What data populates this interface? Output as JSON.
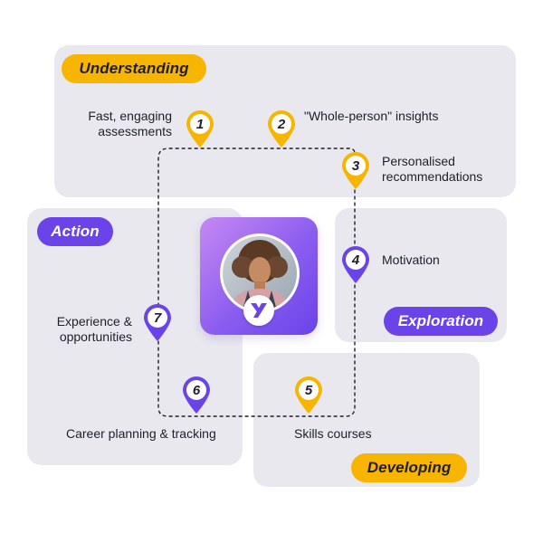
{
  "colors": {
    "panel": "#e8e8ee",
    "yellow": "#f7b500",
    "purple": "#6a44e8",
    "path": "#1f1f2b"
  },
  "stages": {
    "understanding": "Understanding",
    "action": "Action",
    "exploration": "Exploration",
    "developing": "Developing"
  },
  "steps": [
    {
      "number": "1",
      "label_lines": [
        "Fast, engaging",
        "assessments"
      ],
      "pin_color": "yellow"
    },
    {
      "number": "2",
      "label_lines": [
        "\"Whole-person\" insights"
      ],
      "pin_color": "yellow"
    },
    {
      "number": "3",
      "label_lines": [
        "Personalised",
        "recommendations"
      ],
      "pin_color": "yellow"
    },
    {
      "number": "4",
      "label_lines": [
        "Motivation"
      ],
      "pin_color": "purple"
    },
    {
      "number": "5",
      "label_lines": [
        "Skills courses"
      ],
      "pin_color": "yellow"
    },
    {
      "number": "6",
      "label_lines": [
        "Career planning & tracking"
      ],
      "pin_color": "purple"
    },
    {
      "number": "7",
      "label_lines": [
        "Experience &",
        "opportunities"
      ],
      "pin_color": "purple"
    }
  ],
  "avatar": {
    "badge_icon": "y-logo-icon",
    "photo": "person-photo"
  }
}
